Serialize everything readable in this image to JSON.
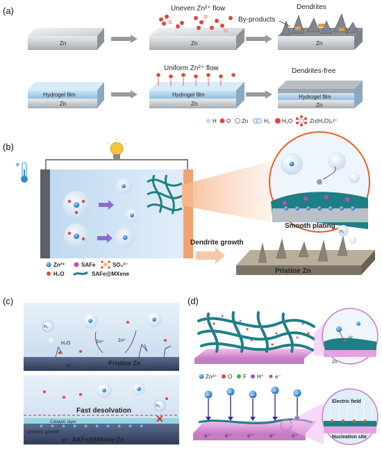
{
  "panel_labels": {
    "a": "(a)",
    "b": "(b)",
    "c": "(c)",
    "d": "(d)"
  },
  "panel_a": {
    "row1": {
      "substrate_labels": [
        "Zn",
        "Zn",
        "Zn"
      ],
      "flow_label": "Uneven Zn²⁺ flow",
      "dendrites_label": "Dendrites",
      "byproducts_label": "By-products"
    },
    "row2": {
      "film_labels": [
        "Hydrogel film",
        "Hydrogel film",
        "Hydrogel film"
      ],
      "substrate_labels": [
        "Zn",
        "Zn",
        "Zn"
      ],
      "flow_label": "Uniform Zn²⁺ flow",
      "dendrites_free_label": "Dendrites-free"
    },
    "legend": {
      "h": "H",
      "o": "O",
      "zn": "Zn",
      "h2": "H₂",
      "h2o": "H₂O",
      "complex": "Zn(H₂O)₆²⁺"
    }
  },
  "panel_b": {
    "smooth_plating": "Smooth plating",
    "dendrite_growth": "Dendrite growth",
    "pristine_zn": "Pristine Zn",
    "h2_bubble": "H₂",
    "legend": {
      "zn2": "Zn²⁺",
      "safe": "SAFe",
      "so4": "SO₄²⁻",
      "h2o": "H₂O",
      "safe_mxene": "SAFe@MXene"
    }
  },
  "panel_c": {
    "top": {
      "h2": "H₂",
      "h2o": "H₂O",
      "zn2_a": "Zn²⁺",
      "zn2_b": "Zn²⁺",
      "electron": "e⁻",
      "substrate": "Pristine Zn"
    },
    "bottom": {
      "fast_desolvation": "Fast desolvation",
      "catalytic_layer": "Catalytic layer",
      "h2": "H₂",
      "uniform_growth": "Uniform  growth",
      "electron": "e⁻",
      "substrate": "SAFe@MXene-Zn"
    }
  },
  "panel_d": {
    "hplus": "H⁺",
    "zn_label": "Zn",
    "legend": {
      "zn2": "Zn²⁺",
      "o": "O",
      "f": "F",
      "hplus": "H⁺",
      "e": "e⁻"
    },
    "ion_label": "Zn²⁺",
    "electrons": [
      "e⁻",
      "e⁻",
      "e⁻",
      "e⁻",
      "e⁻"
    ],
    "electric_field": "Electric field",
    "nucleation_site": "Nucleation site"
  },
  "colors": {
    "zinc_gray": "#9aa0a6",
    "hydrogel_blue": "#a9cfe8",
    "electrolyte_blue": "#cfe2f3",
    "mxene_teal": "#1f7f86",
    "safe_magenta": "#c04fb0",
    "oxygen_red": "#e0473c",
    "zn_ion_blue": "#2e8fd6",
    "warning_red": "#d8262c",
    "smooth_orange": "#f05a28",
    "pink_substrate": "#e5a0e0"
  }
}
